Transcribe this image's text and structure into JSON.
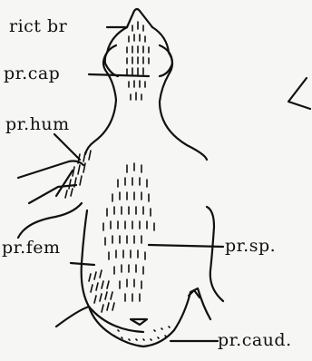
{
  "labels": {
    "rict_br": "rict br",
    "pr_cap": "pr.cap",
    "pr_hum": "pr.hum",
    "pr_fem": "pr.fem",
    "pr_sp": "pr.sp.",
    "pr_caud": "pr.caud."
  }
}
